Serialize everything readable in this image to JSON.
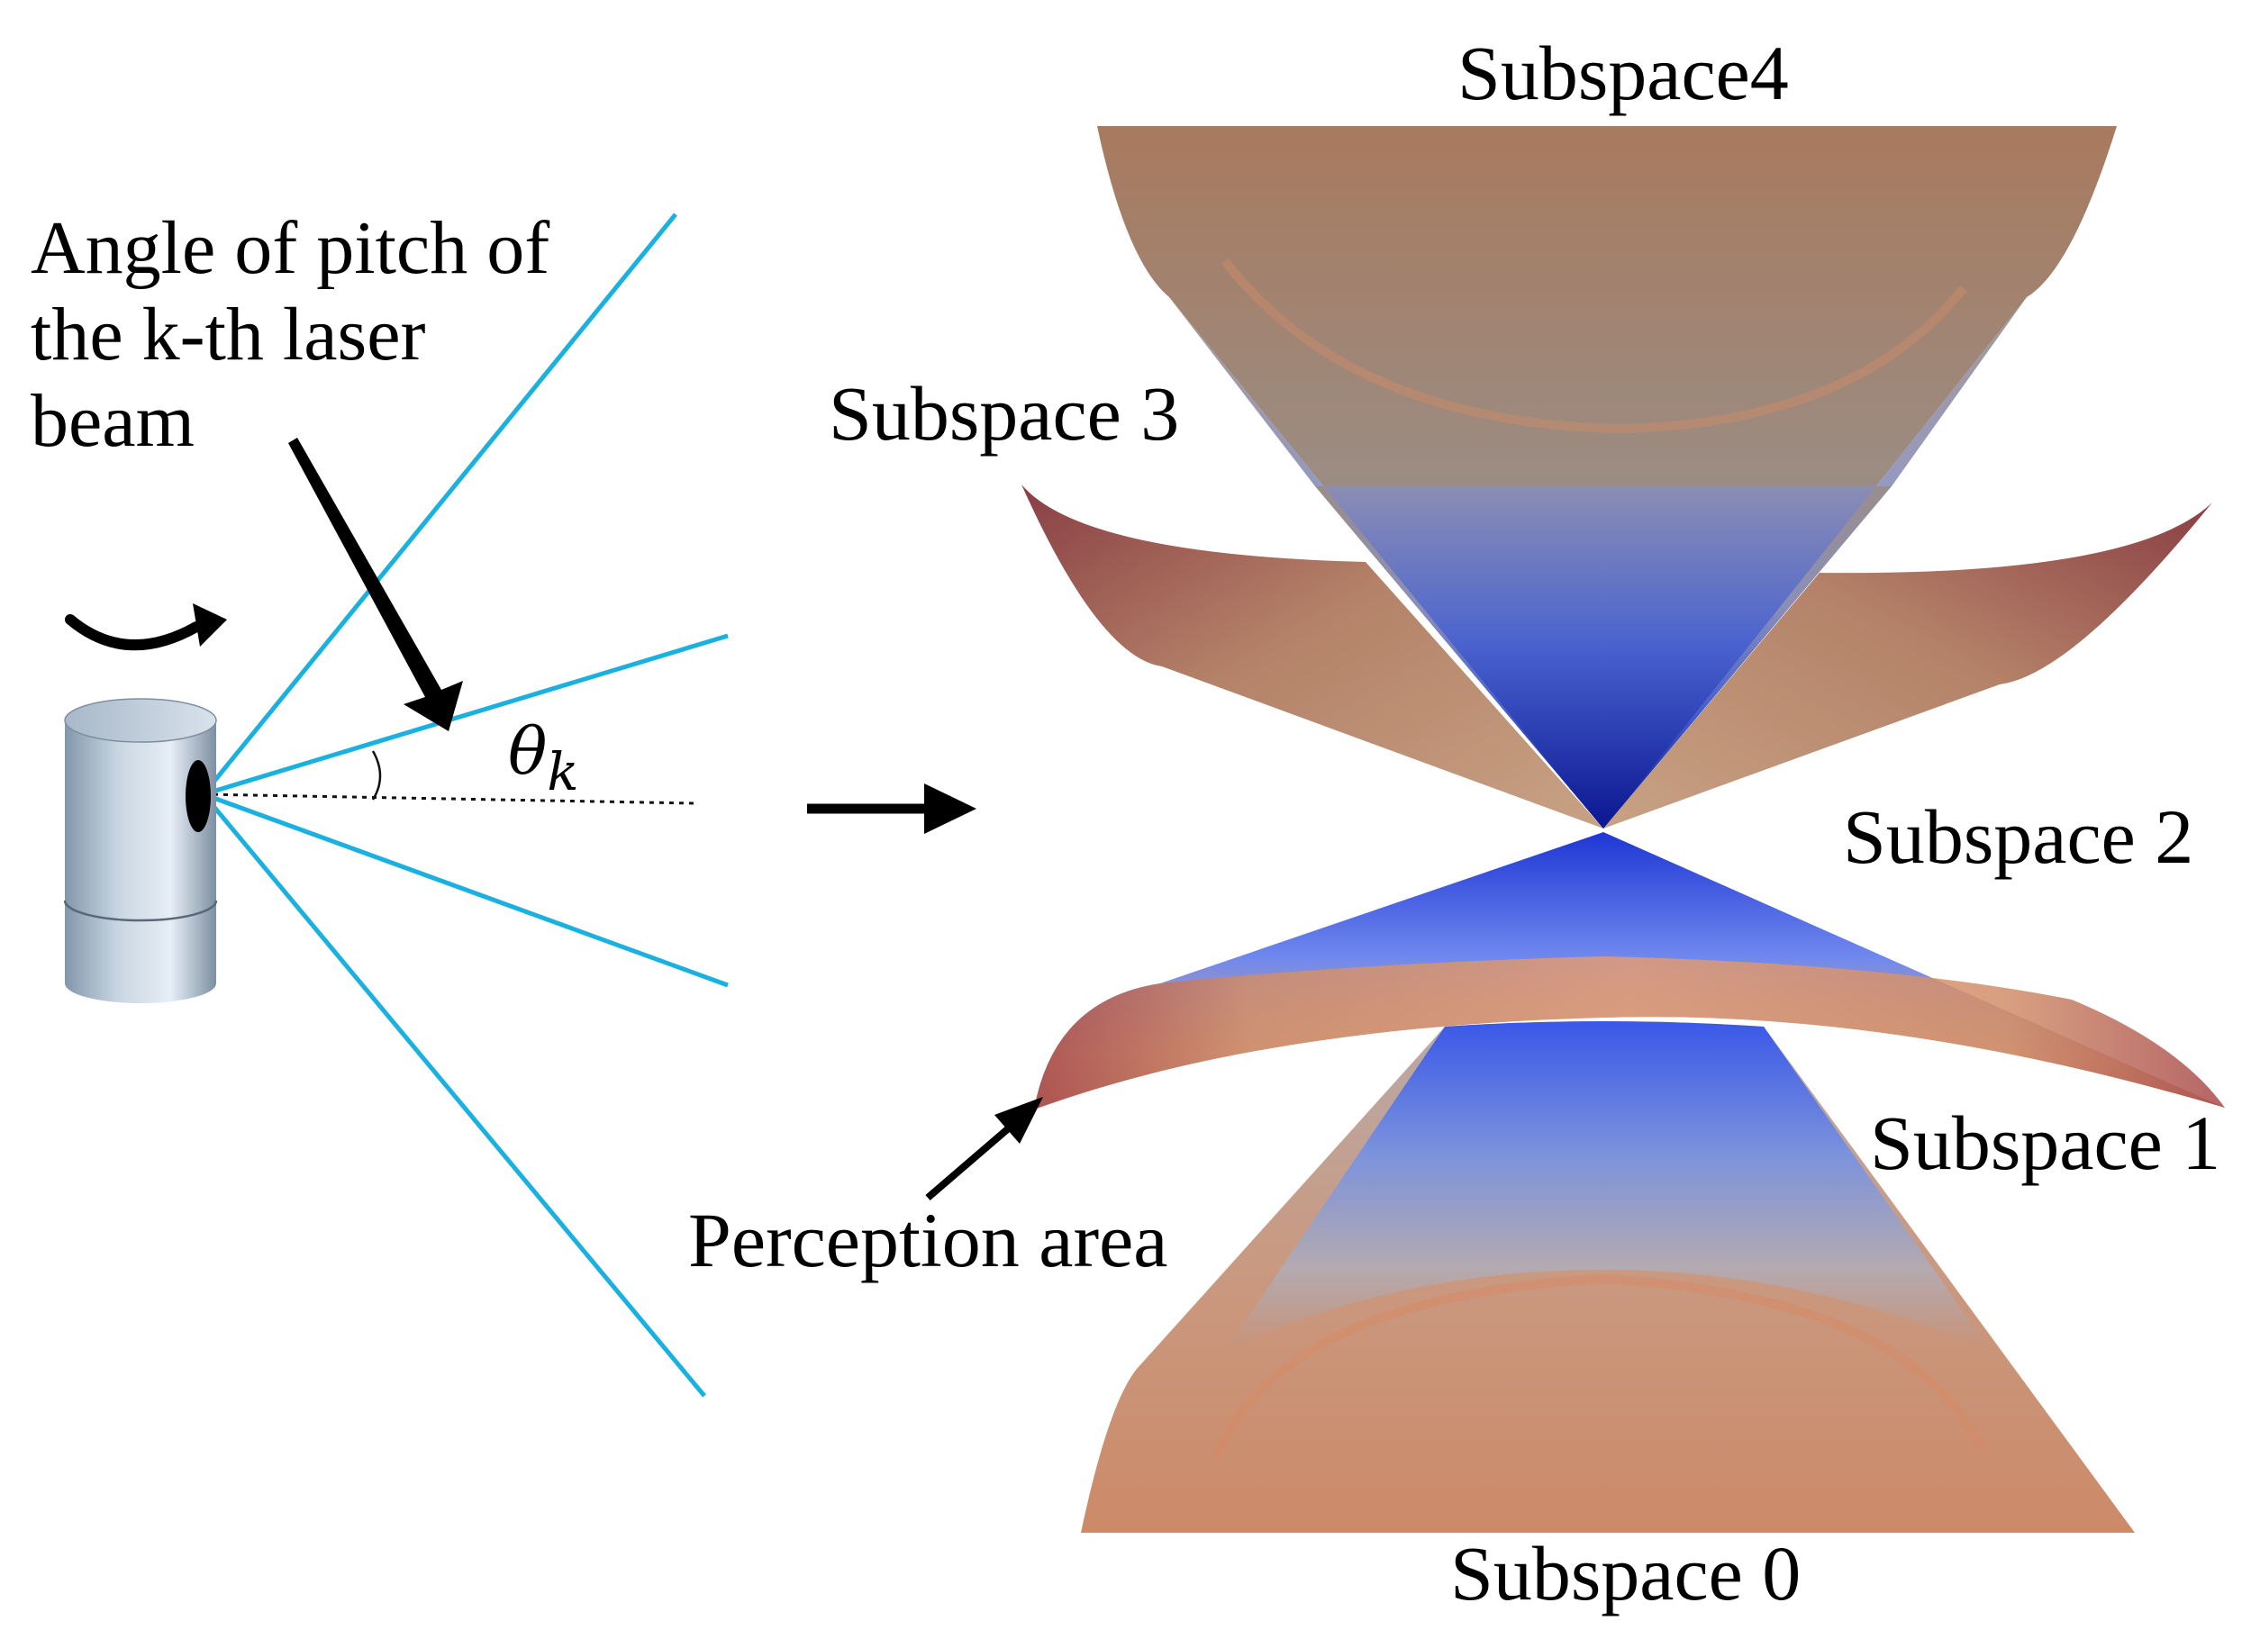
{
  "left_panel": {
    "pitch_label_lines": [
      "Angle of pitch of",
      "the k-th laser",
      "beam"
    ],
    "angle_symbol": "θ",
    "angle_subscript": "k",
    "beam_color": "#1ab0e0"
  },
  "right_panel": {
    "subspace_labels": {
      "s4": "Subspace4",
      "s3": "Subspace 3",
      "s2": "Subspace 2",
      "s1": "Subspace 1",
      "s0": "Subspace 0"
    },
    "perception_label": "Perception area"
  },
  "colors": {
    "surface_warm": "#c98a68",
    "surface_red": "#a04848",
    "cone_blue": "#1a2a9a",
    "cone_light": "#5577ee"
  }
}
